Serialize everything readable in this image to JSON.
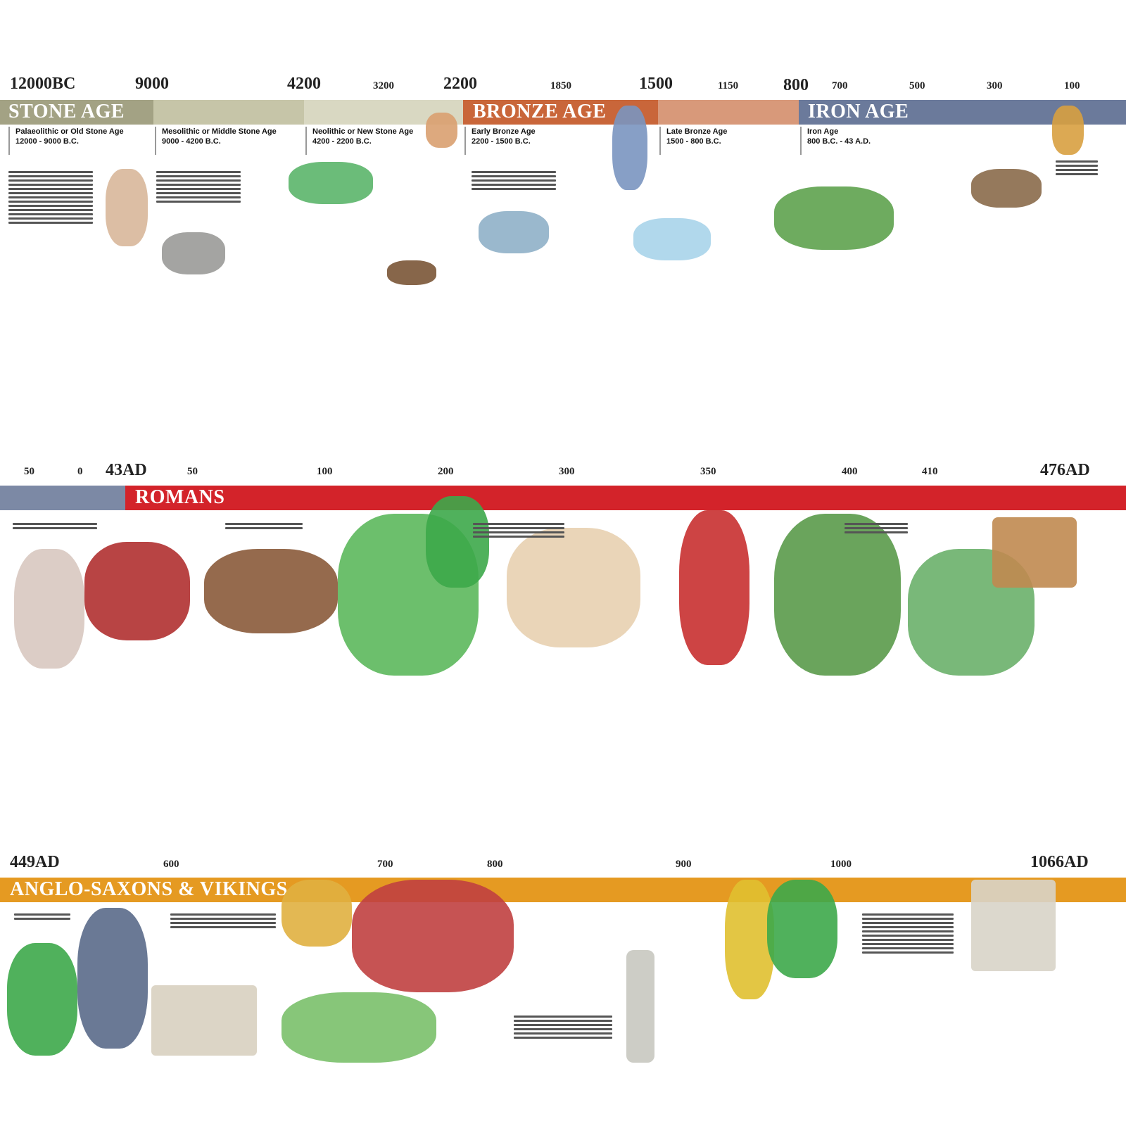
{
  "rows": [
    {
      "ticks": [
        "12000BC",
        "9000",
        "4200",
        "3200",
        "2200",
        "1850",
        "1500",
        "1150",
        "800",
        "700",
        "500",
        "300",
        "100"
      ],
      "bands": [
        {
          "title": "STONE AGE",
          "color": "#a3a284"
        },
        {
          "title": "",
          "color": "#c6c5a8"
        },
        {
          "title": "",
          "color": "#d9d8c2"
        },
        {
          "title": "BRONZE AGE",
          "color": "#c9663a"
        },
        {
          "title": "",
          "color": "#d8997a"
        },
        {
          "title": "IRON AGE",
          "color": "#6b7a9b"
        }
      ],
      "periods": [
        {
          "name": "Palaeolithic or Old Stone Age",
          "dates": "12000 - 9000 B.C."
        },
        {
          "name": "Mesolithic or Middle Stone Age",
          "dates": "9000 - 4200 B.C."
        },
        {
          "name": "Neolithic or New Stone Age",
          "dates": "4200 - 2200 B.C."
        },
        {
          "name": "Early Bronze Age",
          "dates": "2200 - 1500 B.C."
        },
        {
          "name": "Late Bronze Age",
          "dates": "1500 - 800 B.C."
        },
        {
          "name": "Iron Age",
          "dates": "800 B.C. - 43 A.D."
        }
      ]
    },
    {
      "ticks": [
        "50",
        "0",
        "43AD",
        "50",
        "100",
        "200",
        "300",
        "350",
        "400",
        "410",
        "476AD"
      ],
      "bands": [
        {
          "title": "",
          "color": "#7c89a5"
        },
        {
          "title": "ROMANS",
          "color": "#d3232a"
        }
      ]
    },
    {
      "ticks": [
        "449AD",
        "600",
        "700",
        "800",
        "900",
        "1000",
        "1066AD"
      ],
      "bands": [
        {
          "title": "ANGLO-SAXONS & VIKINGS",
          "color": "#e59a22"
        }
      ]
    }
  ]
}
